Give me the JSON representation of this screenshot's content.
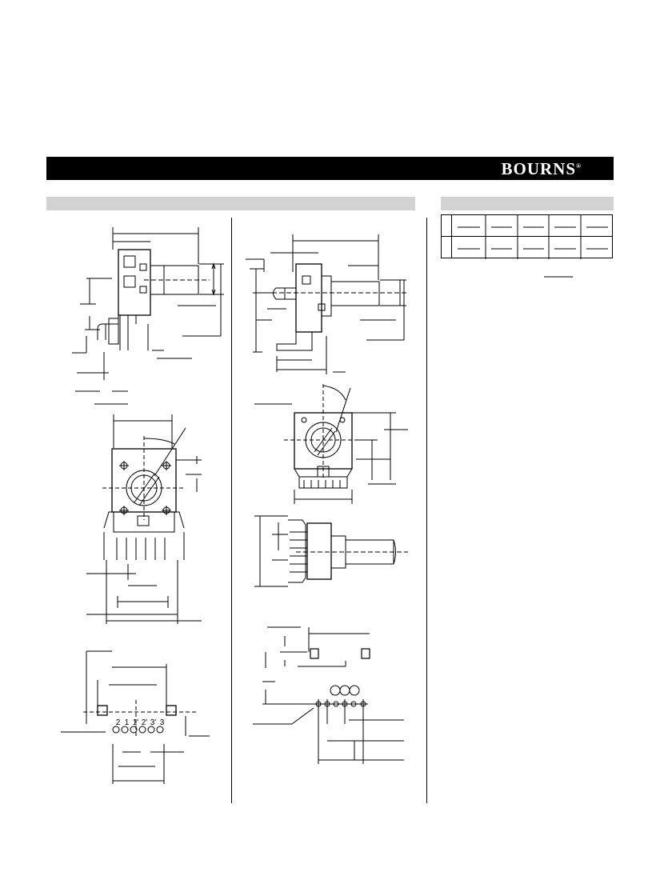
{
  "header": {
    "brand": "BOURNS",
    "registered_mark": "®"
  },
  "drawings": {
    "bottom_left_pin_labels": [
      "2",
      "1",
      "1'",
      "2'",
      "3'",
      "3"
    ]
  },
  "colors": {
    "banner": "#000000",
    "section_bar": "#d2d2d2",
    "line": "#000000"
  }
}
